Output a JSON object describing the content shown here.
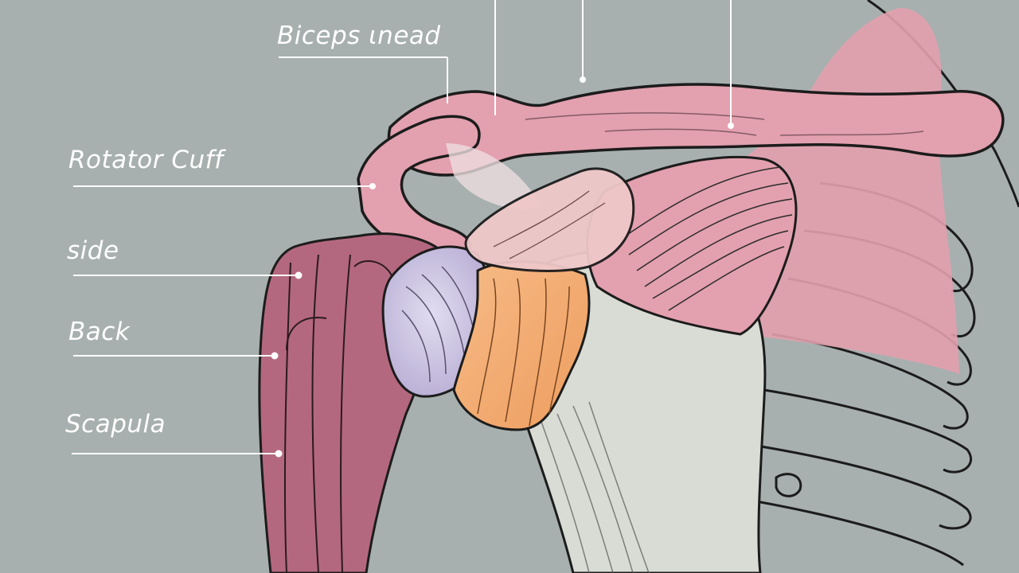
{
  "colors": {
    "background": "#a7b0ae",
    "muscle_pink": "#e3a0ae",
    "deltoid_mauve": "#b4687f",
    "humeral_head": "#cbc3e3",
    "cartilage_orange": "#f2ab74",
    "bone_light": "#d8dcd5",
    "outline": "#1c1c1c",
    "label_text": "#ffffff"
  },
  "labels": {
    "biceps": "Biceps ιnead",
    "rotator_cuff": "Rotator Cuff",
    "side": "side",
    "back": "Back",
    "scapula": "Scapula"
  }
}
